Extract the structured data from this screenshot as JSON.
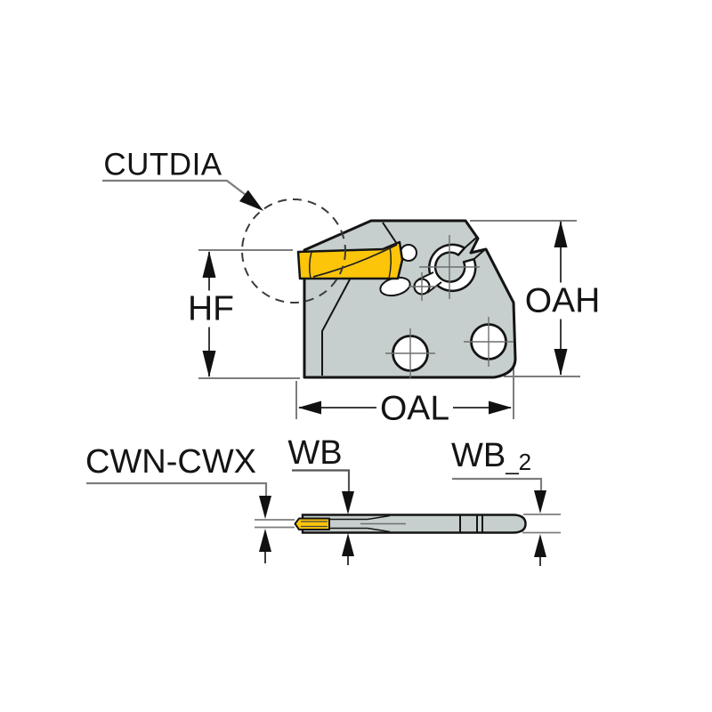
{
  "labels": {
    "cutdia": "CUTDIA",
    "hf": "HF",
    "oah": "OAH",
    "oal": "OAL",
    "cwn_cwx": "CWN-CWX",
    "wb": "WB",
    "wb2_base": "WB",
    "wb2_sub": "_2"
  },
  "colors": {
    "background": "#ffffff",
    "body": "#c6cfce",
    "insert": "#fcc50a",
    "outline": "#141414",
    "dimension_line": "#3d3d3d",
    "extension_line": "#7d7d7d",
    "centerline": "#6e6e6e",
    "dashed_circle": "#3a3a3a",
    "arrowhead": "#111111",
    "text": "#141414"
  }
}
